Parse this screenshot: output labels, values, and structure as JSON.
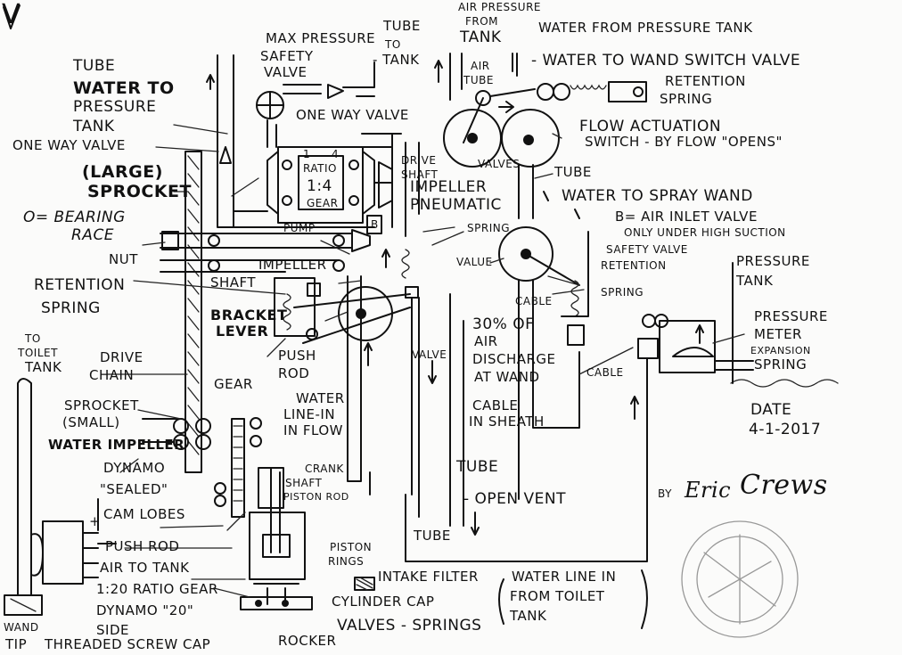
{
  "corner_mark": "V",
  "labels": {
    "tube_water_to_pressure_tank": [
      "TUBE",
      "WATER TO",
      "PRESSURE",
      "TANK"
    ],
    "one_way_valve_left": "ONE WAY VALVE",
    "large_sprocket": [
      "(LARGE)",
      "SPROCKET"
    ],
    "bearing_race": [
      "O= BEARING",
      "RACE"
    ],
    "nut": "NUT",
    "retention_spring_left": [
      "RETENTION",
      "SPRING"
    ],
    "to_toilet_tank": [
      "TO",
      "TOILET",
      "TANK"
    ],
    "drive_chain": [
      "DRIVE",
      "CHAIN"
    ],
    "sprocket_small": [
      "SPROCKET",
      "(SMALL)"
    ],
    "water_impeller": "WATER IMPELLER",
    "dynamo_sealed": [
      "DYNAMO",
      "\"SEALED\""
    ],
    "cam_lobes": "CAM LOBES",
    "push_rod_left": "PUSH ROD",
    "air_to_tank": "AIR TO TANK",
    "ratio_gear_1_20": "1:20 RATIO GEAR",
    "dynamo_20": "DYNAMO \"20\"",
    "side": "SIDE",
    "wand_tip": [
      "WAND",
      "TIP"
    ],
    "threaded_screw_cap": "THREADED SCREW CAP",
    "rocker": "ROCKER",
    "valves_springs": "VALVES - SPRINGS",
    "cylinder_cap": "CYLINDER CAP",
    "intake_filter": "INTAKE FILTER",
    "piston_rings": [
      "PISTON",
      "RINGS"
    ],
    "crank_shaft": [
      "CRANK",
      "SHAFT"
    ],
    "piston_rod": "PISTON ROD",
    "gear": "GEAR",
    "water_line_in": [
      "WATER",
      "LINE-IN",
      "IN FLOW"
    ],
    "push_rod_mid": [
      "PUSH",
      "ROD"
    ],
    "bracket_lever": [
      "BRACKET",
      "LEVER"
    ],
    "shaft": "SHAFT",
    "impeller_mid": "IMPELLER",
    "pump": "PUMP",
    "ratio_box": [
      "RATIO",
      "1:4",
      "GEAR"
    ],
    "ratio_numbers": [
      "1",
      "4"
    ],
    "max_pressure_safety_valve": [
      "MAX PRESSURE",
      "SAFETY",
      "VALVE"
    ],
    "tube_to_tank": [
      "TUBE",
      "TO",
      "- TANK"
    ],
    "one_way_valve_top": "ONE WAY VALVE",
    "air_pressure_from_tank": [
      "AIR PRESSURE",
      "FROM",
      "TANK"
    ],
    "air_tube": [
      "AIR",
      "TUBE"
    ],
    "water_from_pressure_tank": "WATER FROM PRESSURE TANK",
    "water_to_wand_switch": "- WATER TO WAND SWITCH VALVE",
    "retention_spring_top": [
      "RETENTION",
      "SPRING"
    ],
    "flow_actuation_switch": [
      "FLOW ACTUATION",
      "SWITCH - BY FLOW \"OPENS\""
    ],
    "valves_mid": "VALVES",
    "tube_mid": "TUBE",
    "drive_shaft": [
      "DRIVE",
      "SHAFT"
    ],
    "impeller_pneumatic": [
      "IMPELLER",
      "PNEUMATIC"
    ],
    "water_to_spray_wand": "WATER TO SPRAY WAND",
    "air_inlet_valve": [
      "B= AIR INLET VALVE",
      "ONLY UNDER HIGH SUCTION"
    ],
    "safety_valve_retention": [
      "SAFETY VALVE",
      "RETENTION"
    ],
    "pressure_tank_right": [
      "PRESSURE",
      "TANK"
    ],
    "spring_top": "SPRING",
    "valve_mid": "VALUE",
    "cable_top": "CABLE",
    "spring_mid": "SPRING",
    "air_discharge": [
      "30% OF",
      "AIR",
      "DISCHARGE",
      "AT WAND"
    ],
    "cable_in_sheath": [
      "CABLE",
      "IN SHEATH"
    ],
    "cable_right": "CABLE",
    "pressure_meter": [
      "PRESSURE",
      "METER",
      "EXPANSION",
      "SPRING"
    ],
    "valve_center": "VALVE",
    "tube_bottom_1": "TUBE",
    "tube_bottom_2": "TUBE",
    "open_vent": "- OPEN VENT",
    "water_line_from_toilet": [
      "WATER LINE IN",
      "FROM TOILET",
      "TANK"
    ],
    "date_label": "DATE",
    "date_value": "4-1-2017",
    "by": "BY",
    "signature_first": "Eric",
    "signature_last": "Crews",
    "box_b": "B",
    "plus_sign": "+"
  }
}
